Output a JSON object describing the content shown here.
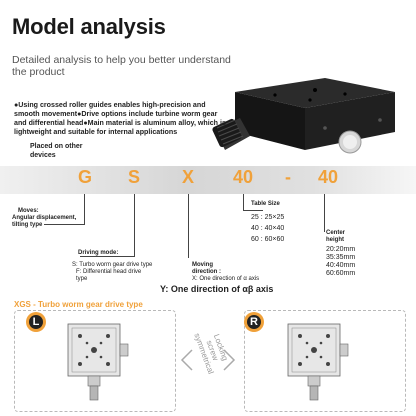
{
  "header": {
    "title": "Model analysis",
    "subtitle": "Detailed analysis to help you better understand the product"
  },
  "features": {
    "text": "●Using crossed roller guides enables high-precision and smooth movement●Drive options include turbine worm gear and differential head●Main material is aluminum alloy, which is lightweight and suitable for internal applications"
  },
  "placement": {
    "label": "Placed on other devices"
  },
  "model_code": {
    "letters": [
      "G",
      "S",
      "X",
      "40",
      "-",
      "40"
    ]
  },
  "moves": {
    "title": "Moves:",
    "detail": "Angular displacement, tilting type"
  },
  "driving_mode": {
    "title": "Driving mode:",
    "option_s": "S: Turbo worm gear drive type",
    "option_f": "F: Differential head drive type"
  },
  "moving_direction": {
    "title": "Moving direction :",
    "detail": "X: One direction of α axis"
  },
  "table_size": {
    "title": "Table Size",
    "rows": [
      "25 : 25×25",
      "40 : 40×40",
      "60 : 60×60"
    ]
  },
  "center_height": {
    "title": "Center height",
    "rows": [
      "20:20mm",
      "35:35mm",
      "40:40mm",
      "60:60mm"
    ]
  },
  "y_direction": {
    "text": "Y: One direction of αβ axis"
  },
  "section": {
    "title": "XGS - Turbo worm gear drive type"
  },
  "views": {
    "left_badge": "L",
    "right_badge": "R",
    "center_note": "Locking screw symmetrical"
  },
  "colors": {
    "accent": "#f0a13a",
    "stage_dark": "#1c1c1c"
  }
}
